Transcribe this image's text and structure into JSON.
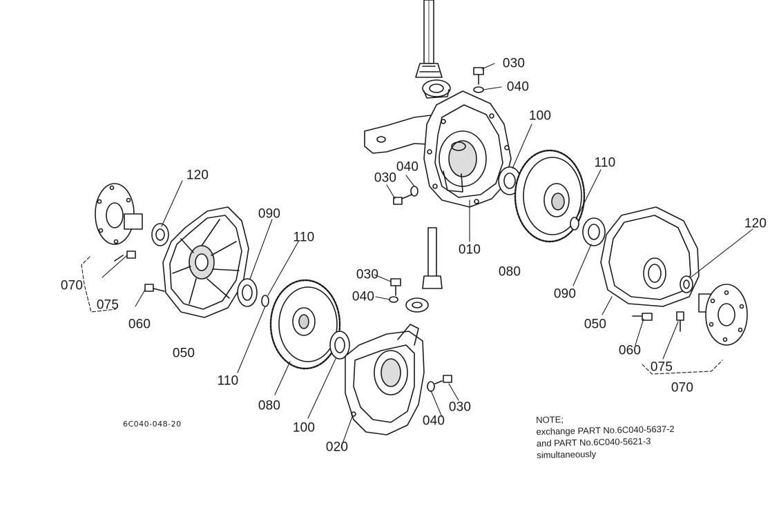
{
  "diagram": {
    "figure_code": "6C040-048-20",
    "note": {
      "heading": "NOTE;",
      "lines": [
        "exchange PART No.6C040-5637-2",
        "and PART No.6C040-5621-3",
        "simultaneously"
      ]
    },
    "labels": {
      "l030_top": "030",
      "l040_top": "040",
      "l100_top": "100",
      "l040_mid": "040",
      "l030_mid": "030",
      "l010": "010",
      "l110_right": "110",
      "l080_right": "080",
      "l120_right": "120",
      "l090_right": "090",
      "l050_right": "050",
      "l060_right": "060",
      "l075_right": "075",
      "l070_right": "070",
      "l120_left": "120",
      "l090_left": "090",
      "l110_left_top": "110",
      "l070_left": "070",
      "l075_left": "075",
      "l060_left": "060",
      "l050_left": "050",
      "l110_left_bottom": "110",
      "l080_left": "080",
      "l100_left": "100",
      "l030_lower_a": "030",
      "l040_lower_a": "040",
      "l040_lower_b": "040",
      "l030_lower_b": "030",
      "l020": "020"
    }
  }
}
